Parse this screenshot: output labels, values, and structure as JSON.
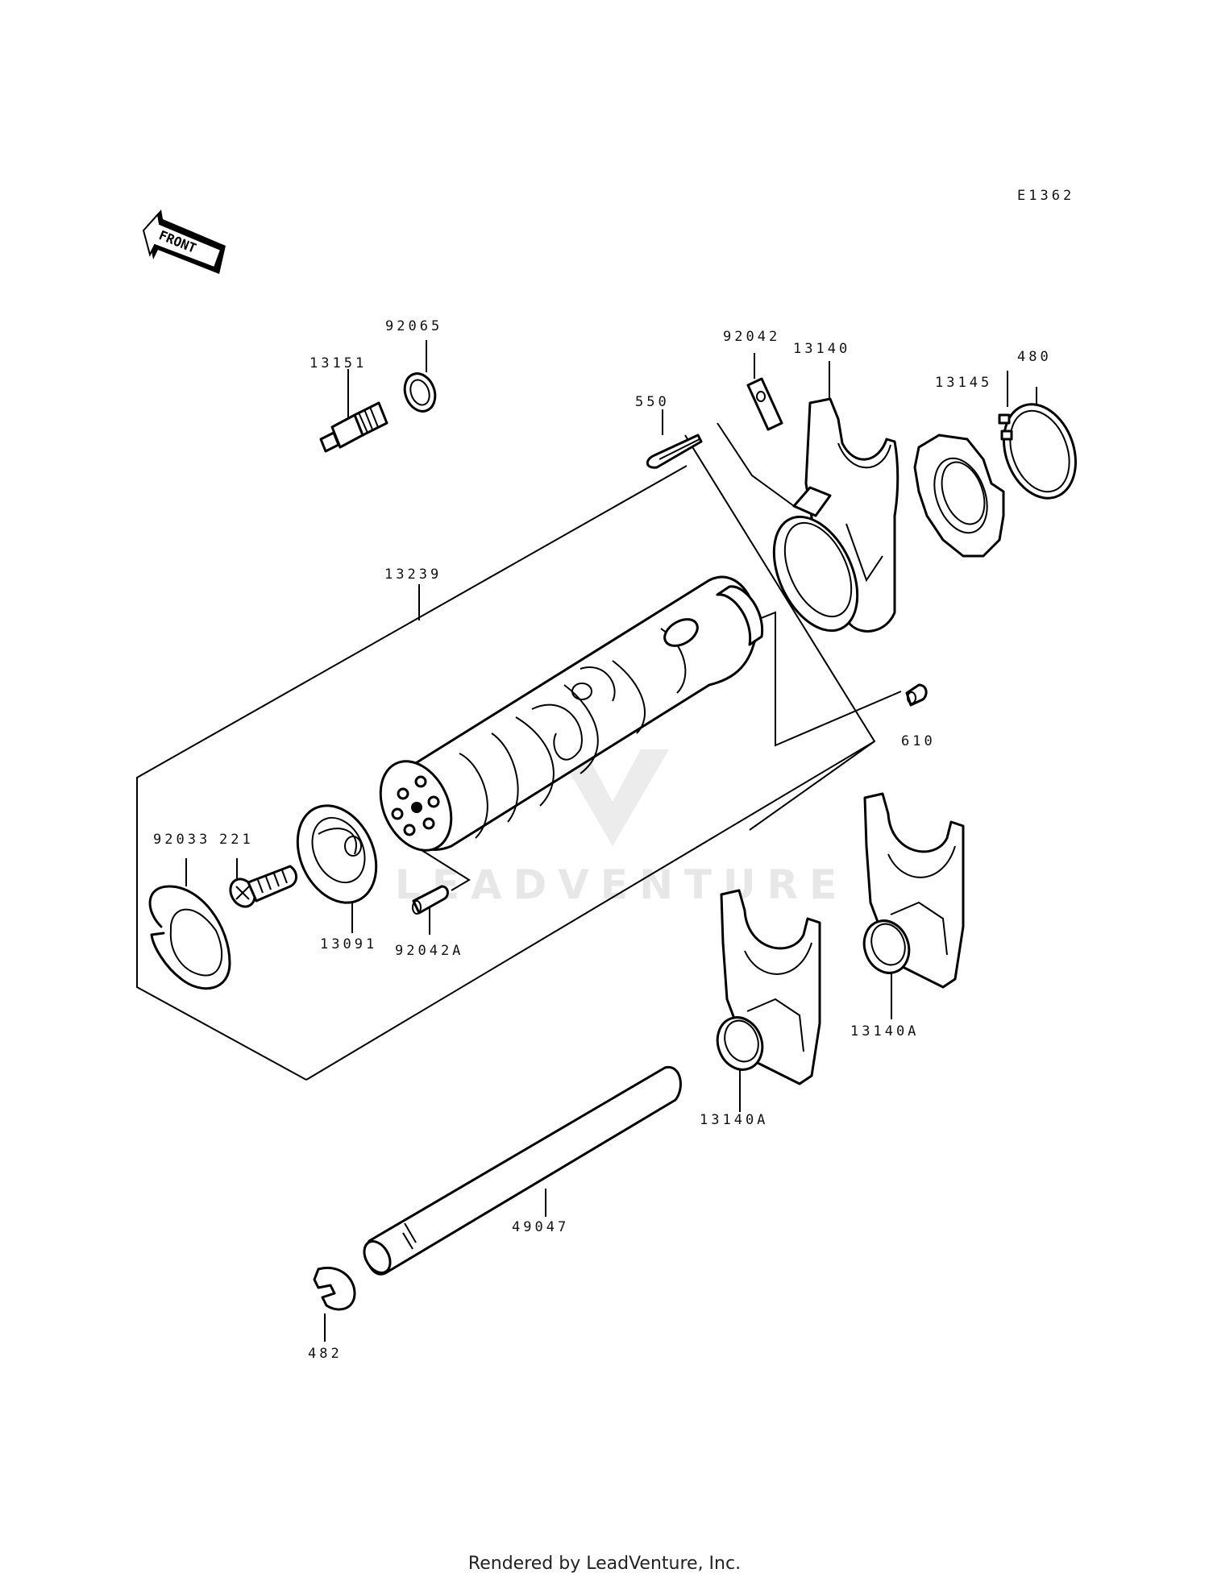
{
  "diagram_code": "E1362",
  "front_label": "FRONT",
  "watermark": "LEADVENTURE",
  "footer": "Rendered by LeadVenture, Inc.",
  "parts": {
    "p92065": "92065",
    "p13151": "13151",
    "p92042": "92042",
    "p13140": "13140",
    "p13145": "13145",
    "p480": "480",
    "p550": "550",
    "p13239": "13239",
    "p610": "610",
    "p92033": "92033",
    "p221": "221",
    "p13091": "13091",
    "p92042A": "92042A",
    "p13140A_right": "13140A",
    "p13140A_left": "13140A",
    "p49047": "49047",
    "p482": "482"
  }
}
